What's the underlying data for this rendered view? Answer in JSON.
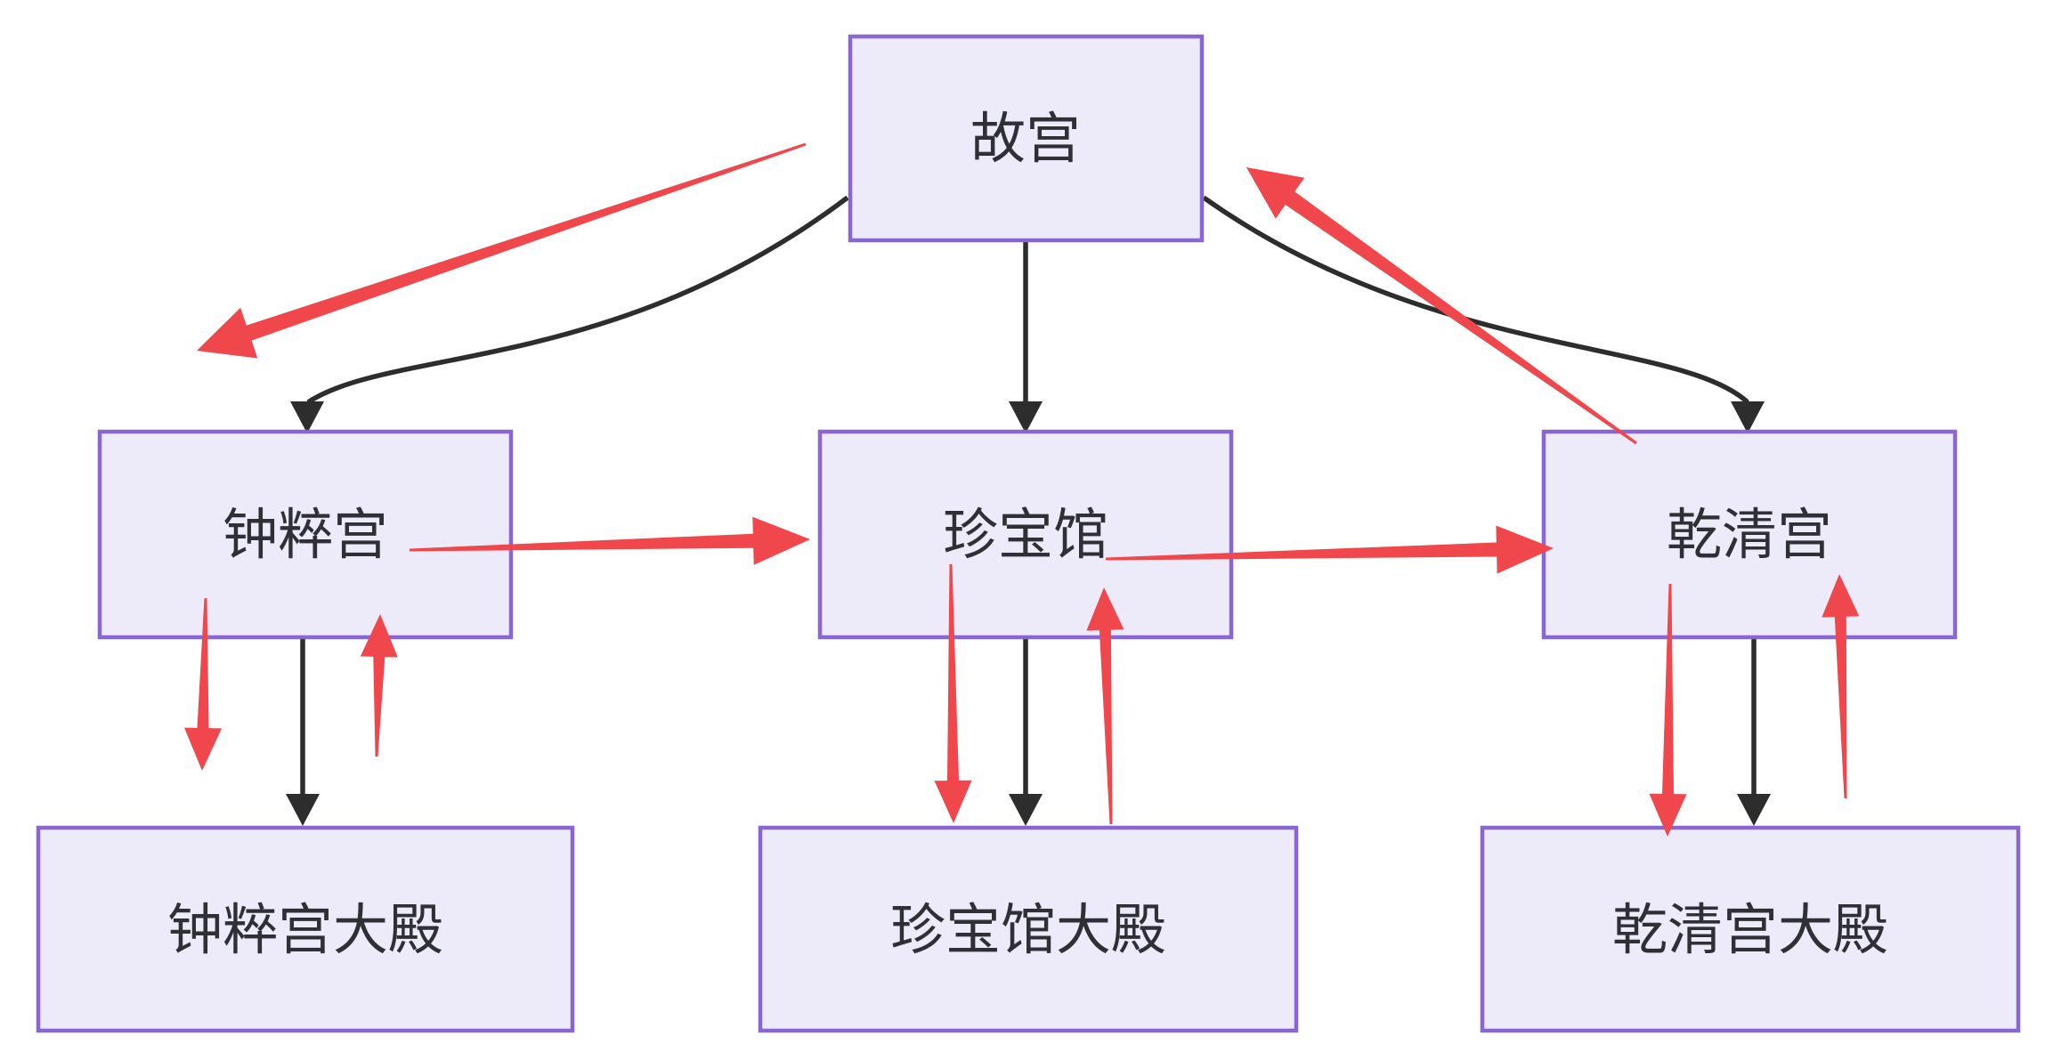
{
  "diagram_type": "tree-with-traversal-annotations",
  "colors": {
    "node_fill": "#edebf9",
    "node_border": "#8a65d4",
    "edge_color": "#2d2d2d",
    "highlight_color": "#ef474b",
    "text_color": "#2f2f36",
    "background": "#ffffff"
  },
  "nodes": [
    {
      "id": "gugong",
      "label": "故宫"
    },
    {
      "id": "zhongcuigong",
      "label": "钟粹宫"
    },
    {
      "id": "zhenbaoguan",
      "label": "珍宝馆"
    },
    {
      "id": "qianqinggong",
      "label": "乾清宫"
    },
    {
      "id": "zhongcuigong-hall",
      "label": "钟粹宫大殿"
    },
    {
      "id": "zhenbaoguan-hall",
      "label": "珍宝馆大殿"
    },
    {
      "id": "qianqinggong-hall",
      "label": "乾清宫大殿"
    }
  ],
  "tree_edges": [
    {
      "from": "故宫",
      "to": "钟粹宫"
    },
    {
      "from": "故宫",
      "to": "珍宝馆"
    },
    {
      "from": "故宫",
      "to": "乾清宫"
    },
    {
      "from": "钟粹宫",
      "to": "钟粹宫大殿"
    },
    {
      "from": "珍宝馆",
      "to": "珍宝馆大殿"
    },
    {
      "from": "乾清宫",
      "to": "乾清宫大殿"
    }
  ],
  "traversal_arrows": [
    {
      "order": 1,
      "from": "故宫",
      "to": "钟粹宫"
    },
    {
      "order": 2,
      "from": "钟粹宫",
      "to": "钟粹宫大殿"
    },
    {
      "order": 3,
      "from": "钟粹宫大殿",
      "to": "钟粹宫"
    },
    {
      "order": 4,
      "from": "钟粹宫",
      "to": "珍宝馆"
    },
    {
      "order": 5,
      "from": "珍宝馆",
      "to": "珍宝馆大殿"
    },
    {
      "order": 6,
      "from": "珍宝馆大殿",
      "to": "珍宝馆"
    },
    {
      "order": 7,
      "from": "珍宝馆",
      "to": "乾清宫"
    },
    {
      "order": 8,
      "from": "乾清宫",
      "to": "乾清宫大殿"
    },
    {
      "order": 9,
      "from": "乾清宫大殿",
      "to": "乾清宫"
    },
    {
      "order": 10,
      "from": "乾清宫",
      "to": "故宫"
    }
  ]
}
